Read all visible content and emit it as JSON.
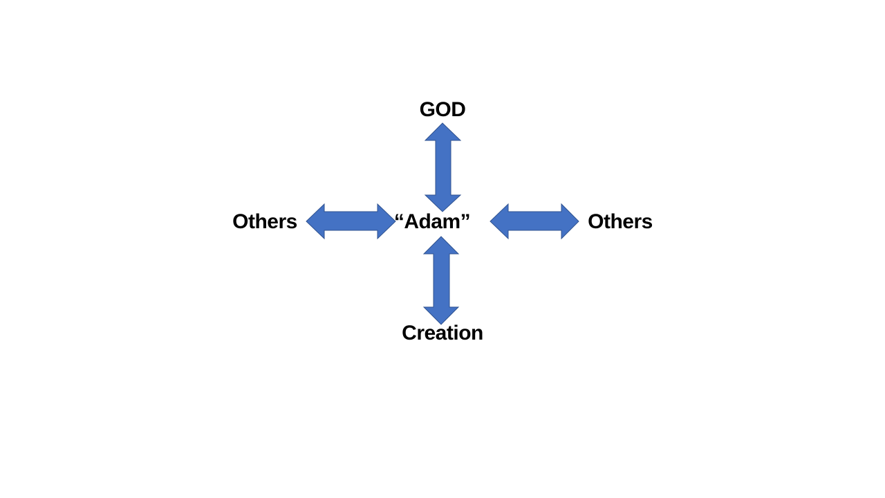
{
  "labels": {
    "top": "GOD",
    "center": "“Adam”",
    "left": "Others",
    "right": "Others",
    "bottom": "Creation"
  },
  "colors": {
    "arrow_fill": "#4472C4",
    "arrow_stroke": "#2F528F",
    "text": "#000000"
  }
}
